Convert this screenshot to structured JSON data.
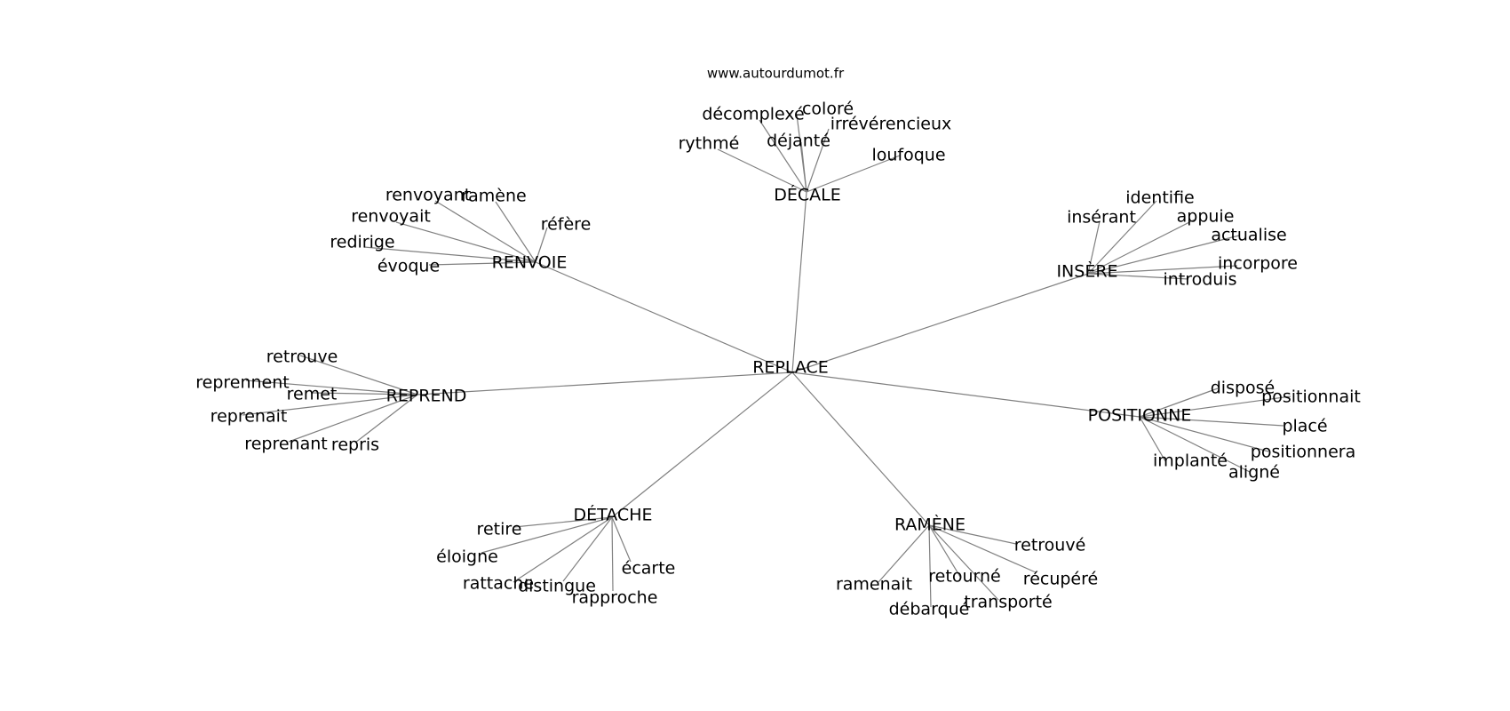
{
  "watermark": "www.autourdumot.fr",
  "center": "REPLACE",
  "groups": [
    {
      "label": "DÉCALE",
      "children": [
        "décomplexé",
        "coloré",
        "irrévérencieux",
        "rythmé",
        "déjanté",
        "loufoque"
      ]
    },
    {
      "label": "RENVOIE",
      "children": [
        "renvoyant",
        "ramène",
        "renvoyait",
        "réfère",
        "redirige",
        "évoque"
      ]
    },
    {
      "label": "INSÈRE",
      "children": [
        "identifie",
        "insérant",
        "appuie",
        "actualise",
        "incorpore",
        "introduis"
      ]
    },
    {
      "label": "REPREND",
      "children": [
        "retrouve",
        "reprennent",
        "remet",
        "reprenait",
        "reprenant",
        "repris"
      ]
    },
    {
      "label": "POSITIONNE",
      "children": [
        "disposé",
        "positionnait",
        "placé",
        "positionnera",
        "implanté",
        "aligné"
      ]
    },
    {
      "label": "DÉTACHE",
      "children": [
        "retire",
        "éloigne",
        "rattache",
        "distingue",
        "rapproche",
        "écarte"
      ]
    },
    {
      "label": "RAMÈNE",
      "children": [
        "retrouvé",
        "ramenait",
        "retourné",
        "récupéré",
        "débarqué",
        "transporté"
      ]
    }
  ]
}
